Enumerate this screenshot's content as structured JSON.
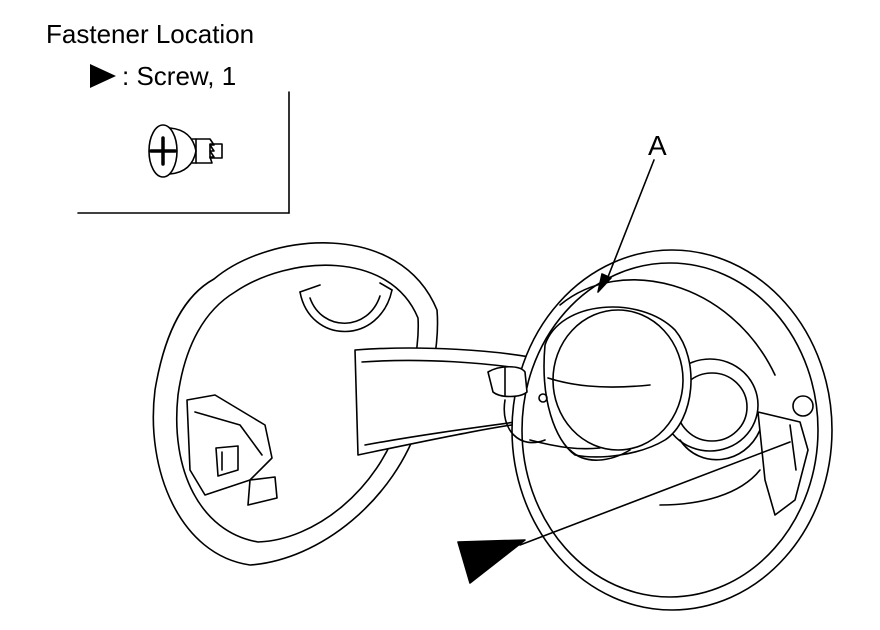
{
  "legend": {
    "title": "Fastener Location",
    "screw_label": ": Screw, 1"
  },
  "callouts": {
    "part_a": "A"
  },
  "colors": {
    "line": "#000000",
    "fill": "#ffffff"
  }
}
